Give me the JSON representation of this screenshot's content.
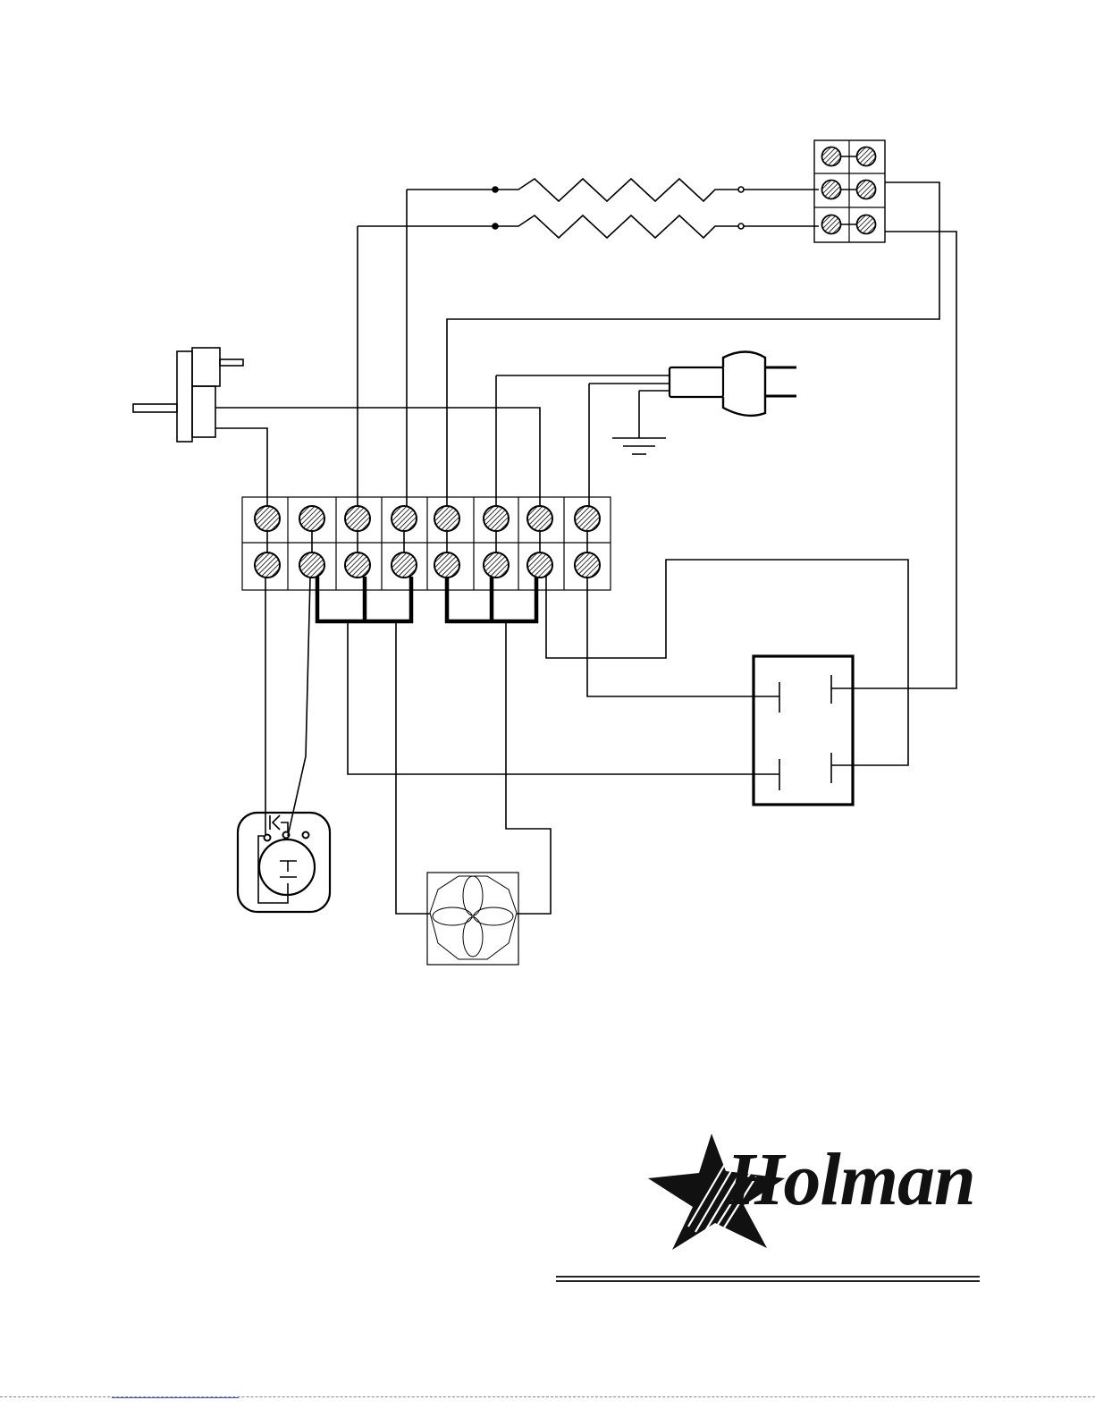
{
  "logo": {
    "name": "Holman"
  },
  "components": [
    "heating-element-1",
    "heating-element-2",
    "heater-terminal-block",
    "power-plug",
    "ground",
    "thermostat-control",
    "main-terminal-block",
    "switch",
    "motor",
    "fan"
  ]
}
